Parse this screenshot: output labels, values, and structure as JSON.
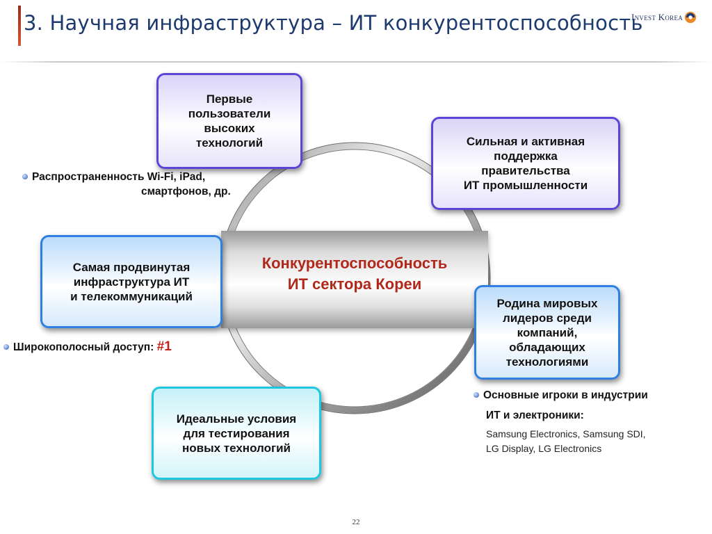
{
  "slide": {
    "title": "3. Научная инфраструктура – ИТ конкурентоспособность",
    "logo_text": "Invest Korea",
    "page_number": "22"
  },
  "center": {
    "line1": "Конкурентоспособность",
    "line2": "ИТ сектора Кореи"
  },
  "boxes": {
    "early_adopters": [
      "Первые",
      "пользователи",
      "высоких",
      "технологий"
    ],
    "government": [
      "Сильная и активная",
      "поддержка",
      "правительства",
      "ИТ промышленности"
    ],
    "infrastructure": [
      "Самая продвинутая",
      "инфраструктура ИТ",
      "и телекоммуникаций"
    ],
    "leaders": [
      "Родина мировых",
      "лидеров среди",
      "компаний,",
      "обладающих",
      "технологиями"
    ],
    "testing": [
      "Идеальные условия",
      "для тестирования",
      "новых технологий"
    ]
  },
  "notes": {
    "wifi_line1": "Распространенность Wi-Fi, iPad,",
    "wifi_line2": "смартфонов, др.",
    "broadband_label": "Широкополосный доступ:",
    "broadband_rank": "#1",
    "players_line1": "Основные игроки в индустрии",
    "players_line2": "ИТ и электроники:",
    "companies_line1": "Samsung Electronics, Samsung SDI,",
    "companies_line2": "LG Display, LG Electronics"
  },
  "colors": {
    "title": "#1d3a6e",
    "accent_red": "#c0231a",
    "purple_border": "#5b45d6",
    "blue_border": "#2f7fe0",
    "cyan_border": "#1ec7e0"
  }
}
